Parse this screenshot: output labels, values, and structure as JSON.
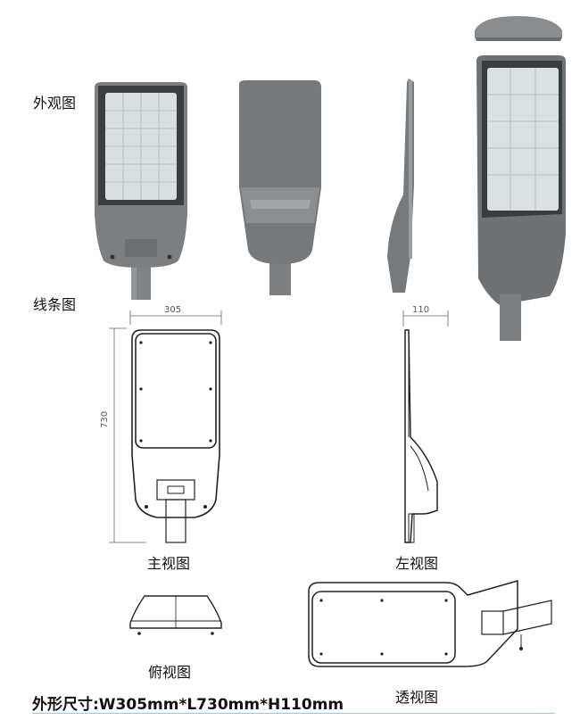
{
  "sections": {
    "appearance": "外观图",
    "line_drawing": "线条图"
  },
  "views": {
    "front": "主视图",
    "left": "左视图",
    "top": "俯视图",
    "perspective": "透视图"
  },
  "dimensions": {
    "width": "305",
    "depth": "110",
    "length": "730"
  },
  "spec": "外形尺寸:W305mm*L730mm*H110mm",
  "colors": {
    "housing": "#7a7d80",
    "housing_dark": "#4a4d50",
    "lens": "#dfe4e6",
    "line": "#222222",
    "rule": "#9ec3ea"
  }
}
